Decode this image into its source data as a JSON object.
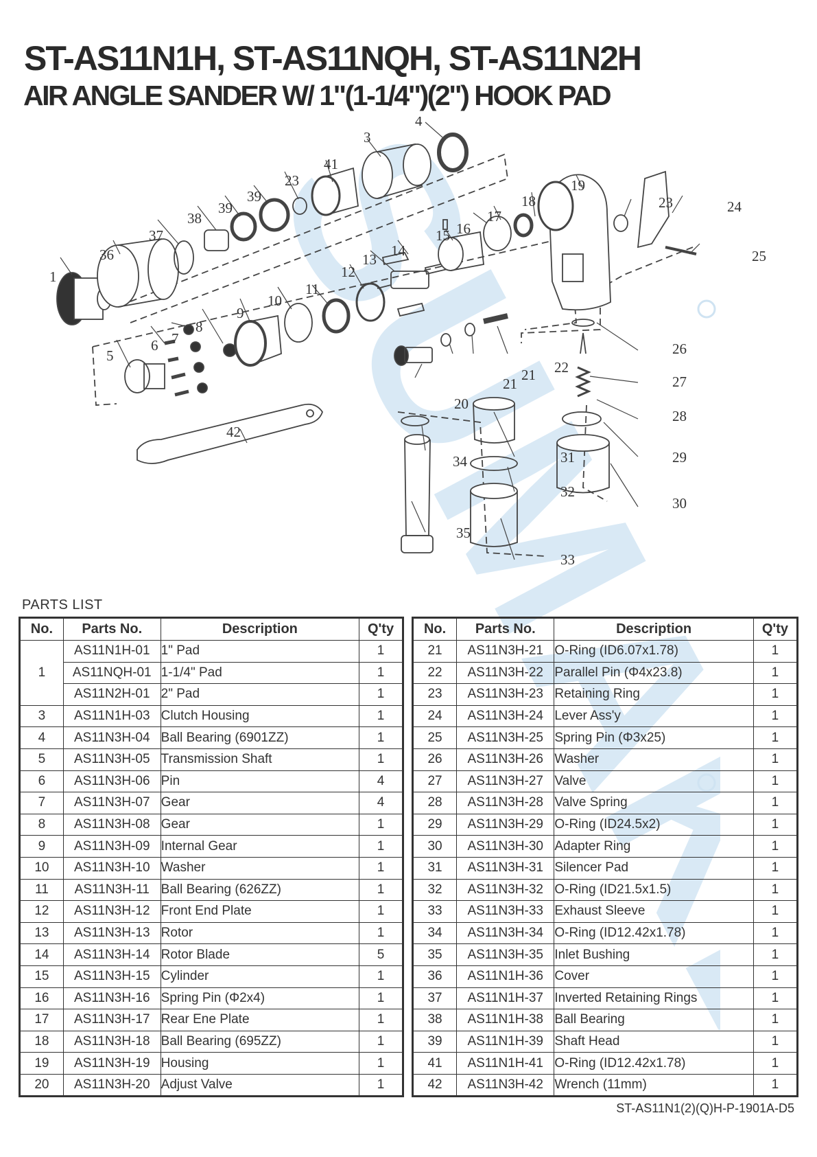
{
  "title_line1": "ST-AS11N1H, ST-AS11NQH, ST-AS11N2H",
  "title_line2": "AIR ANGLE SANDER W/ 1\"(1-1/4\")(2\") HOOK PAD",
  "watermark_text": "SUMAKE",
  "watermark_color": "#cfe3f2",
  "diagram_callouts": [
    "1",
    "3",
    "4",
    "5",
    "6",
    "7",
    "8",
    "9",
    "10",
    "11",
    "12",
    "13",
    "14",
    "15",
    "16",
    "17",
    "18",
    "19",
    "20",
    "21",
    "21",
    "22",
    "23",
    "23",
    "24",
    "25",
    "26",
    "27",
    "28",
    "29",
    "30",
    "31",
    "32",
    "33",
    "34",
    "35",
    "36",
    "37",
    "38",
    "39",
    "39",
    "41",
    "42"
  ],
  "parts_list_label": "PARTS LIST",
  "table_headers": {
    "no": "No.",
    "parts_no": "Parts No.",
    "description": "Description",
    "qty": "Q'ty"
  },
  "left_table": [
    {
      "no": "1",
      "parts_no": "AS11N1H-01",
      "description": "1\" Pad",
      "qty": "1"
    },
    {
      "no": "",
      "parts_no": "AS11NQH-01",
      "description": "1-1/4\" Pad",
      "qty": "1"
    },
    {
      "no": "",
      "parts_no": "AS11N2H-01",
      "description": "2\" Pad",
      "qty": "1"
    },
    {
      "no": "3",
      "parts_no": "AS11N1H-03",
      "description": "Clutch Housing",
      "qty": "1"
    },
    {
      "no": "4",
      "parts_no": "AS11N3H-04",
      "description": "Ball Bearing (6901ZZ)",
      "qty": "1"
    },
    {
      "no": "5",
      "parts_no": "AS11N3H-05",
      "description": "Transmission Shaft",
      "qty": "1"
    },
    {
      "no": "6",
      "parts_no": "AS11N3H-06",
      "description": "Pin",
      "qty": "4"
    },
    {
      "no": "7",
      "parts_no": "AS11N3H-07",
      "description": "Gear",
      "qty": "4"
    },
    {
      "no": "8",
      "parts_no": "AS11N3H-08",
      "description": "Gear",
      "qty": "1"
    },
    {
      "no": "9",
      "parts_no": "AS11N3H-09",
      "description": "Internal Gear",
      "qty": "1"
    },
    {
      "no": "10",
      "parts_no": "AS11N3H-10",
      "description": "Washer",
      "qty": "1"
    },
    {
      "no": "11",
      "parts_no": "AS11N3H-11",
      "description": "Ball Bearing (626ZZ)",
      "qty": "1"
    },
    {
      "no": "12",
      "parts_no": "AS11N3H-12",
      "description": "Front End Plate",
      "qty": "1"
    },
    {
      "no": "13",
      "parts_no": "AS11N3H-13",
      "description": "Rotor",
      "qty": "1"
    },
    {
      "no": "14",
      "parts_no": "AS11N3H-14",
      "description": "Rotor Blade",
      "qty": "5"
    },
    {
      "no": "15",
      "parts_no": "AS11N3H-15",
      "description": "Cylinder",
      "qty": "1"
    },
    {
      "no": "16",
      "parts_no": "AS11N3H-16",
      "description": "Spring Pin (Φ2x4)",
      "qty": "1"
    },
    {
      "no": "17",
      "parts_no": "AS11N3H-17",
      "description": "Rear Ene Plate",
      "qty": "1"
    },
    {
      "no": "18",
      "parts_no": "AS11N3H-18",
      "description": "Ball Bearing (695ZZ)",
      "qty": "1"
    },
    {
      "no": "19",
      "parts_no": "AS11N3H-19",
      "description": "Housing",
      "qty": "1"
    },
    {
      "no": "20",
      "parts_no": "AS11N3H-20",
      "description": "Adjust Valve",
      "qty": "1"
    }
  ],
  "right_table": [
    {
      "no": "21",
      "parts_no": "AS11N3H-21",
      "description": "O-Ring (ID6.07x1.78)",
      "qty": "1"
    },
    {
      "no": "22",
      "parts_no": "AS11N3H-22",
      "description": "Parallel Pin (Φ4x23.8)",
      "qty": "1"
    },
    {
      "no": "23",
      "parts_no": "AS11N3H-23",
      "description": "Retaining Ring",
      "qty": "1"
    },
    {
      "no": "24",
      "parts_no": "AS11N3H-24",
      "description": "Lever Ass'y",
      "qty": "1"
    },
    {
      "no": "25",
      "parts_no": "AS11N3H-25",
      "description": "Spring Pin (Φ3x25)",
      "qty": "1"
    },
    {
      "no": "26",
      "parts_no": "AS11N3H-26",
      "description": "Washer",
      "qty": "1"
    },
    {
      "no": "27",
      "parts_no": "AS11N3H-27",
      "description": "Valve",
      "qty": "1"
    },
    {
      "no": "28",
      "parts_no": "AS11N3H-28",
      "description": "Valve Spring",
      "qty": "1"
    },
    {
      "no": "29",
      "parts_no": "AS11N3H-29",
      "description": "O-Ring (ID24.5x2)",
      "qty": "1"
    },
    {
      "no": "30",
      "parts_no": "AS11N3H-30",
      "description": "Adapter Ring",
      "qty": "1"
    },
    {
      "no": "31",
      "parts_no": "AS11N3H-31",
      "description": "Silencer Pad",
      "qty": "1"
    },
    {
      "no": "32",
      "parts_no": "AS11N3H-32",
      "description": "O-Ring (ID21.5x1.5)",
      "qty": "1"
    },
    {
      "no": "33",
      "parts_no": "AS11N3H-33",
      "description": "Exhaust Sleeve",
      "qty": "1"
    },
    {
      "no": "34",
      "parts_no": "AS11N3H-34",
      "description": "O-Ring (ID12.42x1.78)",
      "qty": "1"
    },
    {
      "no": "35",
      "parts_no": "AS11N3H-35",
      "description": "Inlet Bushing",
      "qty": "1"
    },
    {
      "no": "36",
      "parts_no": "AS11N1H-36",
      "description": "Cover",
      "qty": "1"
    },
    {
      "no": "37",
      "parts_no": "AS11N1H-37",
      "description": "Inverted Retaining Rings",
      "qty": "1"
    },
    {
      "no": "38",
      "parts_no": "AS11N1H-38",
      "description": "Ball Bearing",
      "qty": "1"
    },
    {
      "no": "39",
      "parts_no": "AS11N1H-39",
      "description": "Shaft Head",
      "qty": "1"
    },
    {
      "no": "41",
      "parts_no": "AS11N1H-41",
      "description": "O-Ring (ID12.42x1.78)",
      "qty": "1"
    },
    {
      "no": "42",
      "parts_no": "AS11N3H-42",
      "description": "Wrench (11mm)",
      "qty": "1"
    }
  ],
  "footer_code": "ST-AS11N1(2)(Q)H-P-1901A-D5"
}
